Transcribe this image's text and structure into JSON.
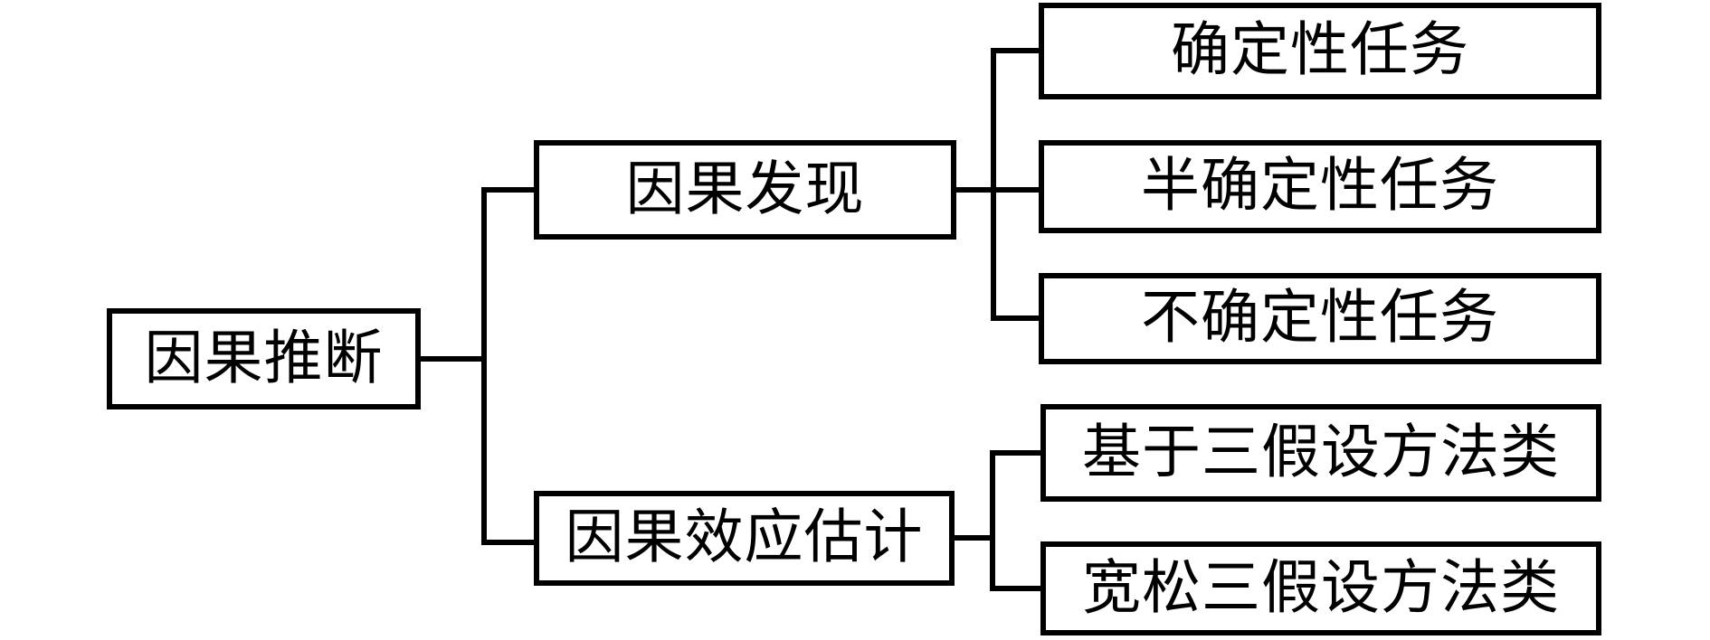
{
  "diagram": {
    "type": "tree",
    "orientation": "left-to-right",
    "root": {
      "label": "因果推断"
    },
    "branches": [
      {
        "label": "因果发现",
        "children": [
          {
            "label": "确定性任务"
          },
          {
            "label": "半确定性任务"
          },
          {
            "label": "不确定性任务"
          }
        ]
      },
      {
        "label": "因果效应估计",
        "children": [
          {
            "label": "基于三假设方法类"
          },
          {
            "label": "宽松三假设方法类"
          }
        ]
      }
    ],
    "colors": {
      "background": "#ffffff",
      "box_fill": "#ffffff",
      "box_border": "#000000",
      "line": "#000000",
      "text": "#000000"
    }
  }
}
